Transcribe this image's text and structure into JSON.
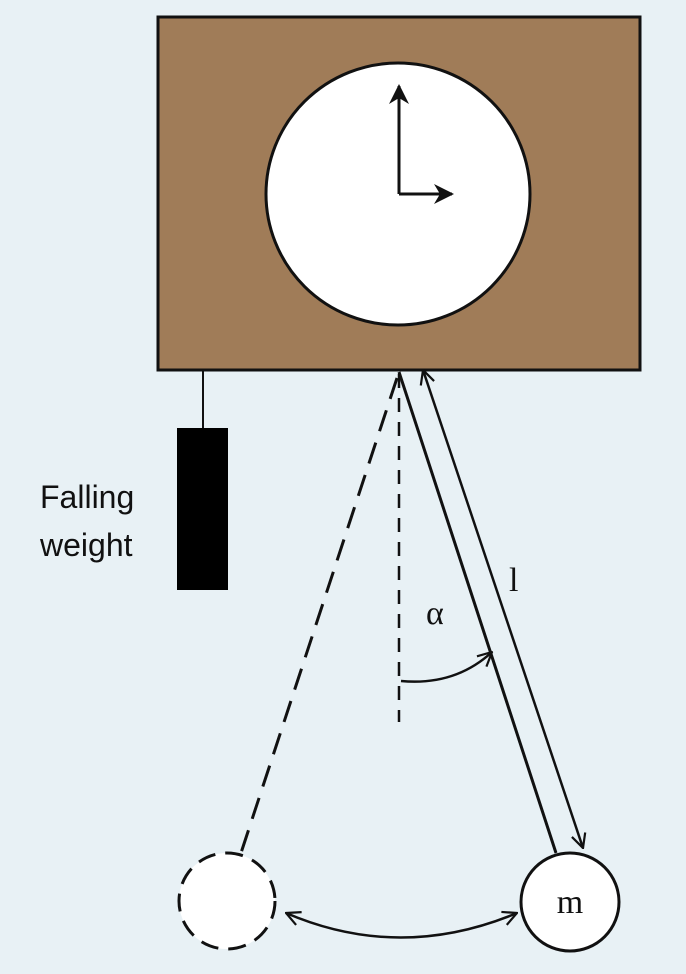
{
  "labels": {
    "falling_weight_line1": "Falling",
    "falling_weight_line2": "weight",
    "angle_symbol": "α",
    "length_symbol": "l",
    "mass_symbol": "m"
  },
  "colors": {
    "background": "#e8f1f5",
    "clock_case": "#a07c58",
    "clock_face": "#ffffff",
    "weight": "#000000",
    "stroke": "#111111"
  },
  "icons": {
    "hour_hand": "arrow-up",
    "minute_hand": "arrow-right"
  }
}
